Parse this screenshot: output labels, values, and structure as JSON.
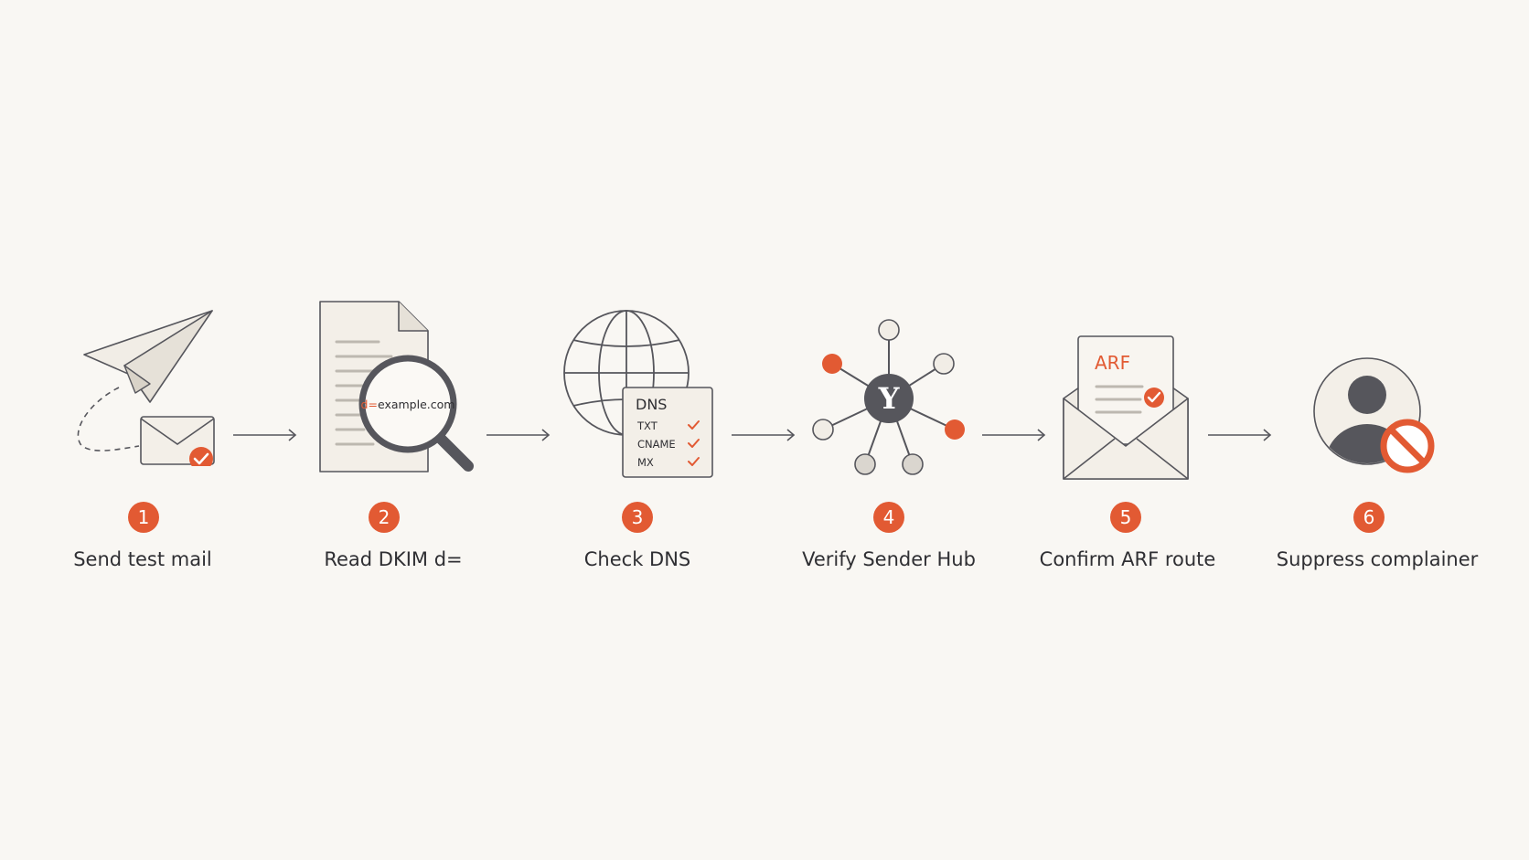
{
  "steps": [
    {
      "number": "1",
      "label": "Send test mail",
      "icon": "paper-plane-envelope-icon"
    },
    {
      "number": "2",
      "label": "Read DKIM d=",
      "icon": "document-magnifier-icon",
      "lens_text_prefix": "d=",
      "lens_text_domain": "example.com"
    },
    {
      "number": "3",
      "label": "Check DNS",
      "icon": "globe-dns-icon",
      "card_title": "DNS",
      "records": [
        "TXT",
        "CNAME",
        "MX"
      ]
    },
    {
      "number": "4",
      "label": "Verify Sender Hub",
      "icon": "hub-network-icon",
      "hub_letter": "Y"
    },
    {
      "number": "5",
      "label": "Confirm ARF route",
      "icon": "arf-envelope-icon",
      "letter_title": "ARF"
    },
    {
      "number": "6",
      "label": "Suppress complainer",
      "icon": "user-blocked-icon"
    }
  ],
  "colors": {
    "accent": "#e25a33",
    "stroke": "#56565c",
    "background": "#f9f7f3",
    "paper": "#f3efe8"
  }
}
